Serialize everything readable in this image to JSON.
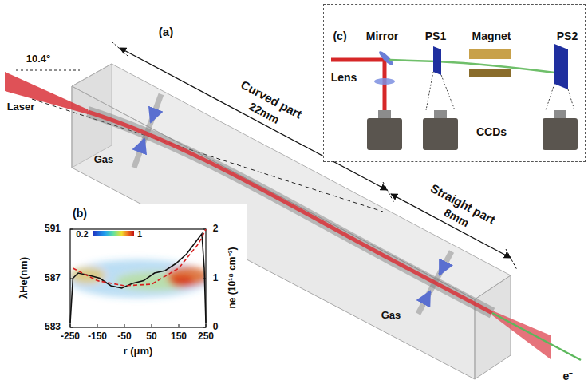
{
  "diagram": {
    "nodes": [
      {
        "text": [
          "(c)",
          "Mirror",
          "Lens",
          "PS1",
          "Magnet",
          "PS2",
          "CCDs"
        ]
      }
    ],
    "labels": [
      "(a)",
      "10.4°",
      "Laser",
      "Gas",
      "Curved part",
      "22mm",
      "Straight part",
      "8mm",
      "Gas",
      "e⁻",
      "(b)",
      "591",
      "587",
      "583",
      "0.2",
      "1",
      "-250",
      "-150",
      "-50",
      "50",
      "150",
      "250",
      "r (μm)",
      "λHe(nm)",
      "2",
      "1",
      "0",
      "ne (10¹⁸ cm⁻³)"
    ]
  }
}
